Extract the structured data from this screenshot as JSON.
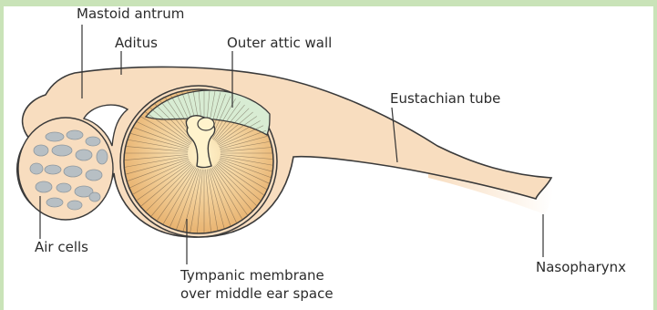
{
  "labels": {
    "mastoid_antrum": "Mastoid antrum",
    "aditus": "Aditus",
    "outer_attic_wall": "Outer attic wall",
    "eustachian_tube": "Eustachian tube",
    "air_cells": "Air cells",
    "tympanic_line1": "Tympanic membrane",
    "tympanic_line2": "over middle ear space",
    "nasopharynx": "Nasopharynx"
  },
  "colors": {
    "frame": "#c9e3b8",
    "skin": "#f8ddbf",
    "outline": "#3a3a3a",
    "air_cell": "#b7bfc4",
    "attic_wall": "#d8ecd3",
    "membrane_center": "#fff3cc",
    "membrane_edge": "#e6ad68",
    "line": "#333333"
  }
}
